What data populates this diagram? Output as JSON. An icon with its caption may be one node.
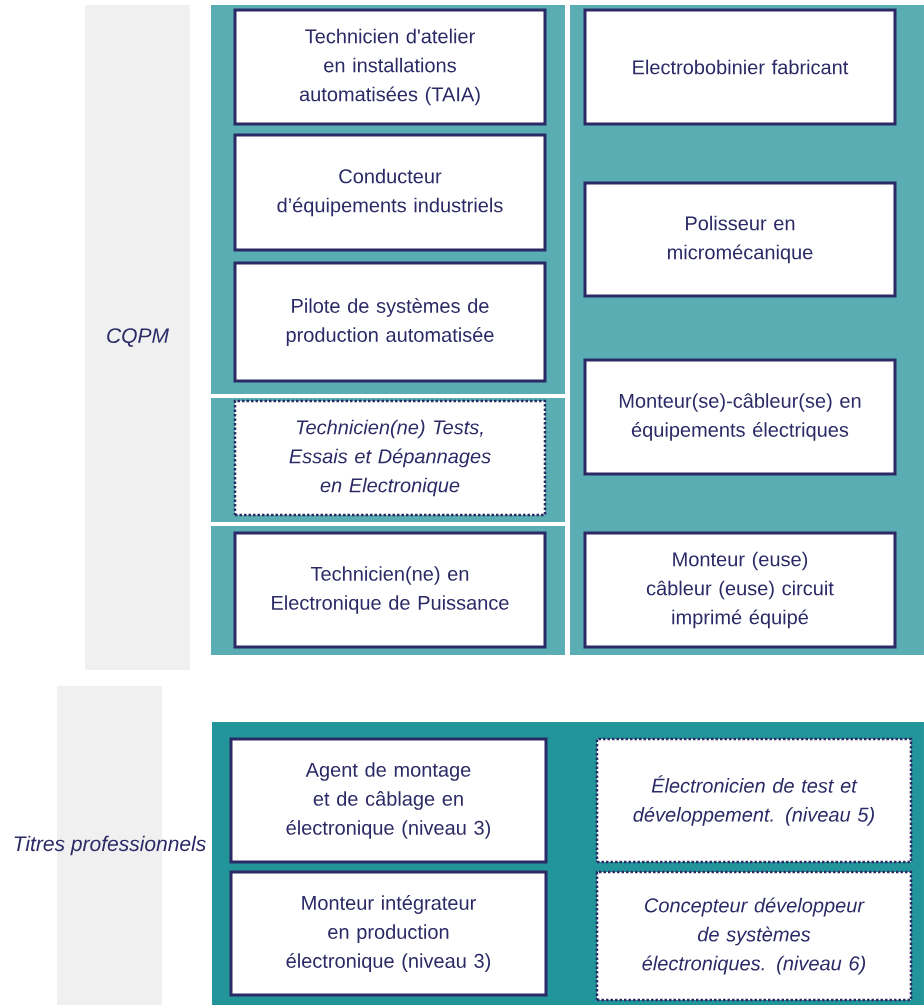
{
  "diagram": {
    "nodes": [
      {
        "text": [
          "CQPM"
        ]
      },
      {
        "text": [],
        "shape": "box"
      },
      {
        "text": [
          "Technicien d'atelier en installations automatisées (TAIA)"
        ],
        "in": 1
      },
      {
        "text": [
          "Conducteur d’équipements industriels"
        ],
        "in": 1
      },
      {
        "text": [
          "Pilote de systèmes de production automatisée"
        ],
        "in": 1
      },
      {
        "text": [],
        "shape": "box"
      },
      {
        "text": [
          "Technicien(ne) Tests, Essais et Dépannages en Electronique"
        ],
        "in": 5
      },
      {
        "text": [],
        "shape": "box"
      },
      {
        "text": [
          "Technicien(ne) en Electronique de Puissance"
        ],
        "in": 7
      },
      {
        "text": [],
        "shape": "box"
      },
      {
        "text": [
          "Electrobobinier fabricant"
        ],
        "in": 9
      },
      {
        "text": [
          "Polisseur en micromécanique"
        ],
        "in": 9
      },
      {
        "text": [
          "Monteur(se)-câbleur(se) en équipements électriques"
        ],
        "in": 9
      },
      {
        "text": [
          "Monteur (euse) câbleur (euse) circuit imprimé équipé"
        ],
        "in": 9
      },
      {
        "text": [
          "Titres professionnels"
        ]
      },
      {
        "text": [],
        "shape": "box"
      },
      {
        "text": [
          "Agent de montage et de câblage en électronique (niveau 3)"
        ],
        "in": 15
      },
      {
        "text": [
          "Monteur intégrateur en production électronique (niveau 3)"
        ],
        "in": 15
      },
      {
        "text": [
          "Électronicien de test et développement. (niveau 5)"
        ],
        "in": 15
      },
      {
        "text": [
          "Concepteur développeur de systèmes électroniques. (niveau 6)"
        ],
        "in": 15
      }
    ]
  }
}
